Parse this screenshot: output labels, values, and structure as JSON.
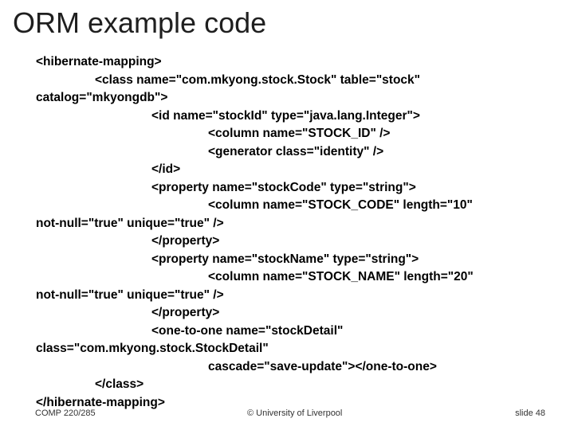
{
  "slide": {
    "title": "ORM example code",
    "code_lines": [
      "<hibernate-mapping>",
      "<class name=\"com.mkyong.stock.Stock\" table=\"stock\"",
      "catalog=\"mkyongdb\">",
      "<id name=\"stockId\" type=\"java.lang.Integer\">",
      "<column name=\"STOCK_ID\" />",
      "<generator class=\"identity\" />",
      "</id>",
      "<property name=\"stockCode\" type=\"string\">",
      "<column name=\"STOCK_CODE\" length=\"10\"",
      "not-null=\"true\" unique=\"true\" />",
      "</property>",
      "<property name=\"stockName\" type=\"string\">",
      "<column name=\"STOCK_NAME\" length=\"20\"",
      "not-null=\"true\" unique=\"true\" />",
      "</property>",
      "<one-to-one name=\"stockDetail\"",
      "class=\"com.mkyong.stock.StockDetail\"",
      "cascade=\"save-update\"></one-to-one>",
      "</class>",
      "</hibernate-mapping>"
    ]
  },
  "footer": {
    "course": "COMP 220/285",
    "copyright": "© University of Liverpool",
    "slide_label": "slide  48"
  }
}
